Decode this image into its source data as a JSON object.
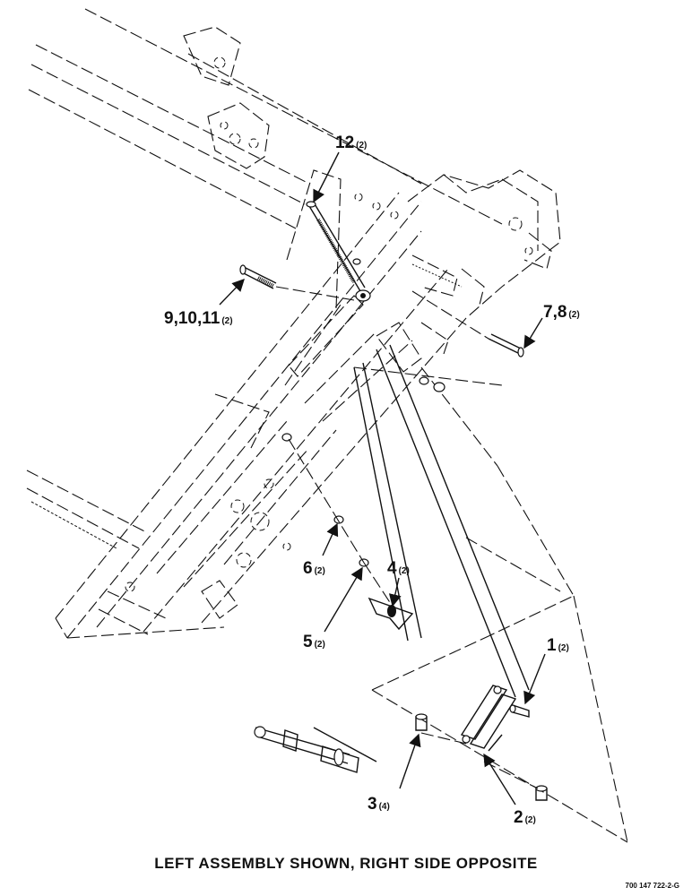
{
  "callouts": [
    {
      "id": "c12",
      "num": "12",
      "qty": "(2)"
    },
    {
      "id": "c9",
      "num": "9,10,11",
      "qty": "(2)"
    },
    {
      "id": "c7",
      "num": "7,8",
      "qty": "(2)"
    },
    {
      "id": "c6",
      "num": "6",
      "qty": "(2)"
    },
    {
      "id": "c4",
      "num": "4",
      "qty": "(2)"
    },
    {
      "id": "c5",
      "num": "5",
      "qty": "(2)"
    },
    {
      "id": "c1",
      "num": "1",
      "qty": "(2)"
    },
    {
      "id": "c3",
      "num": "3",
      "qty": "(4)"
    },
    {
      "id": "c2",
      "num": "2",
      "qty": "(2)"
    }
  ],
  "caption": "LEFT ASSEMBLY SHOWN, RIGHT SIDE OPPOSITE",
  "drawing_number": "700 147 722-2-G"
}
